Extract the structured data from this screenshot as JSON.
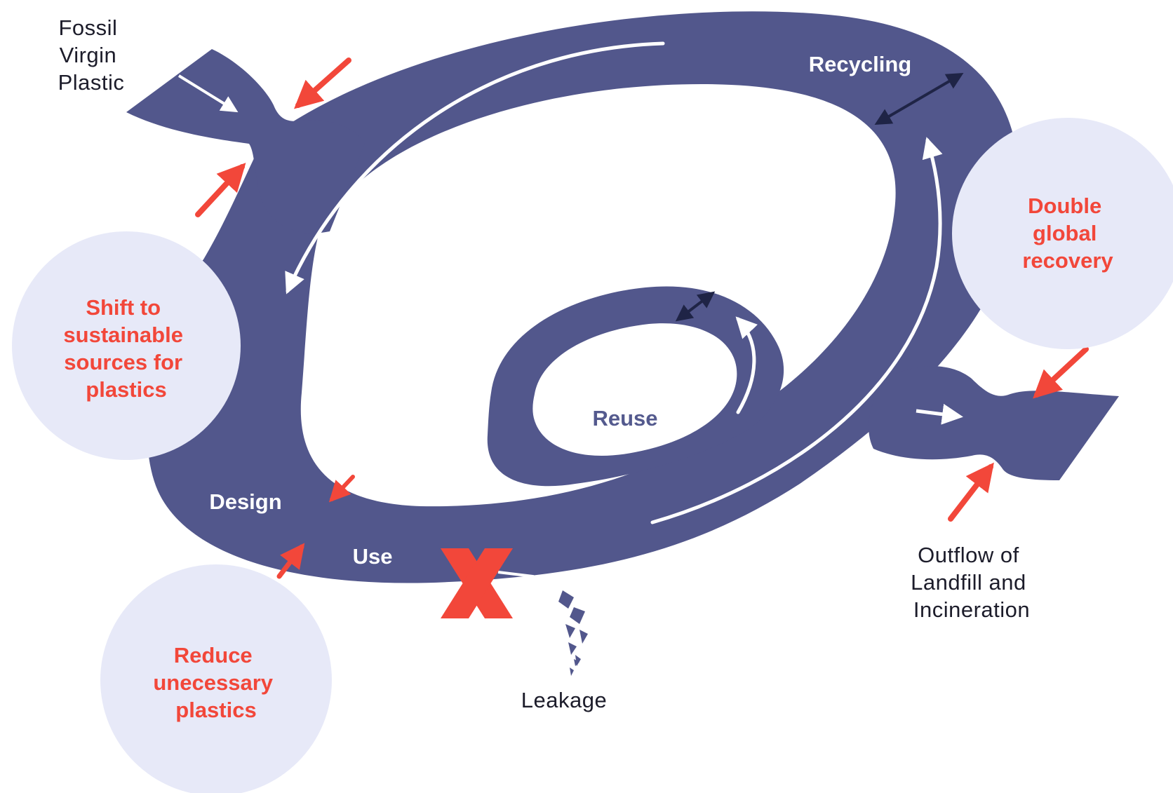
{
  "colors": {
    "flow": "#52578c",
    "bubble": "#e7e9f8",
    "accent_red": "#f2473a",
    "arrow_white": "#ffffff",
    "arrow_dark": "#1f2446",
    "text_dark": "#1c1c2a"
  },
  "labels": {
    "fossil": [
      "Fossil",
      "Virgin",
      "Plastic"
    ],
    "recycling": "Recycling",
    "reuse": "Reuse",
    "design": "Design",
    "use": "Use",
    "leakage": "Leakage",
    "outflow": [
      "Outflow of",
      "Landfill and",
      "Incineration"
    ]
  },
  "bubbles": {
    "shift": [
      "Shift to",
      "sustainable",
      "sources  for",
      "plastics"
    ],
    "double": [
      "Double",
      "global",
      "recovery"
    ],
    "reduce": [
      "Reduce",
      "unecessary",
      "plastics"
    ]
  },
  "icons": {
    "leak_block": "x-mark-icon"
  }
}
